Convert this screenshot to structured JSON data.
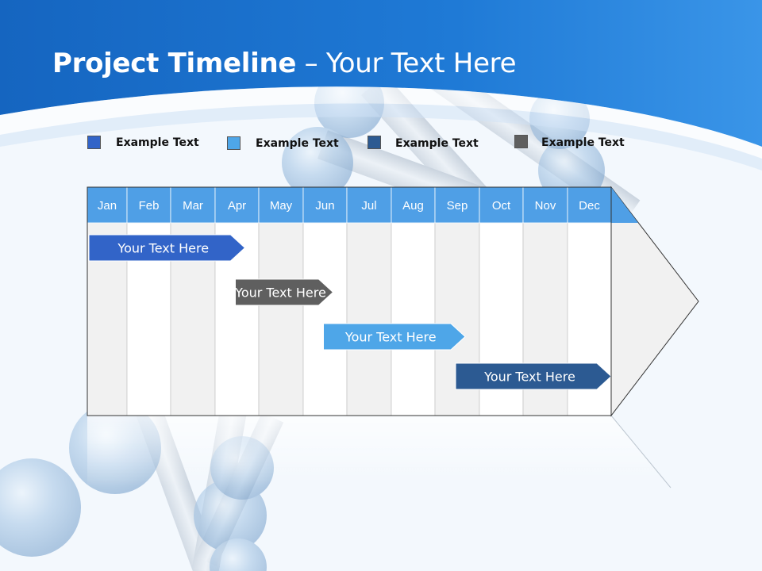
{
  "slide": {
    "title_bold": "Project Timeline",
    "title_rest": " – Your Text Here"
  },
  "legend": [
    {
      "label": "Example Text",
      "color": "#3264c8"
    },
    {
      "label": "Example Text",
      "color": "#4ea6e8"
    },
    {
      "label": "Example Text",
      "color": "#2c5a92"
    },
    {
      "label": "Example Text",
      "color": "#5f5f5f"
    }
  ],
  "timeline": {
    "months": [
      "Jan",
      "Feb",
      "Mar",
      "Apr",
      "May",
      "Jun",
      "Jul",
      "Aug",
      "Sep",
      "Oct",
      "Nov",
      "Dec"
    ],
    "header_color": "#4f9fe6",
    "tasks": [
      {
        "label": "Your  Text Here",
        "start_month": "Jan",
        "end_month": "Apr",
        "color": "#3264c8"
      },
      {
        "label": "Your  Text Here",
        "start_month": "Apr",
        "end_month": "Jun",
        "color": "#5f5f5f"
      },
      {
        "label": "Your  Text Here",
        "start_month": "Jun",
        "end_month": "Sep",
        "color": "#4ea6e8"
      },
      {
        "label": "Your  Text Here",
        "start_month": "Sep",
        "end_month": "Dec",
        "color": "#2c5a92"
      }
    ]
  }
}
